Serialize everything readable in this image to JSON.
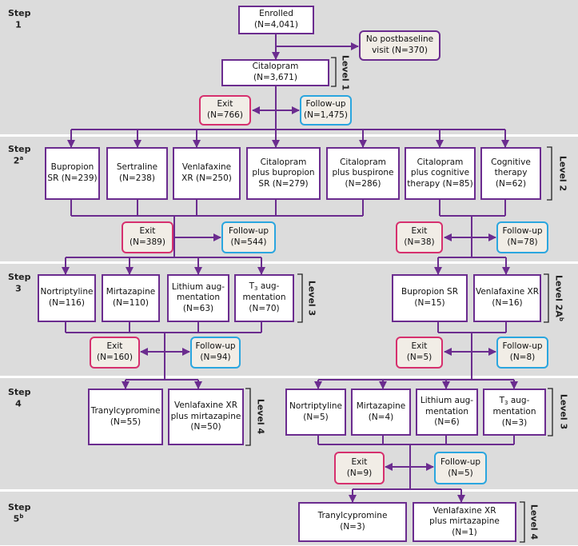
{
  "colors": {
    "treatment_border": "#6b2c8f",
    "exit_border": "#d6306e",
    "followup_border": "#2ba6df",
    "note_fill": "#f1ede6",
    "line": "#6b2c8f",
    "band": "#dcdcdc"
  },
  "steps": [
    {
      "label": "Step",
      "num": "1",
      "sup": ""
    },
    {
      "label": "Step",
      "num": "2",
      "sup": "a"
    },
    {
      "label": "Step",
      "num": "3",
      "sup": ""
    },
    {
      "label": "Step",
      "num": "4",
      "sup": ""
    },
    {
      "label": "Step",
      "num": "5",
      "sup": "b"
    }
  ],
  "levels": [
    {
      "text": "Level 1",
      "sup": ""
    },
    {
      "text": "Level 2",
      "sup": ""
    },
    {
      "text": "Level 3",
      "sup": ""
    },
    {
      "text": "Level 2A",
      "sup": "b"
    },
    {
      "text": "Level 4",
      "sup": ""
    },
    {
      "text": "Level 3",
      "sup": ""
    },
    {
      "text": "Level 4",
      "sup": ""
    }
  ],
  "boxes": {
    "enrolled": {
      "l1": "Enrolled",
      "l2": "(N=4,041)"
    },
    "no_postbaseline": {
      "l1": "No postbaseline",
      "l2": "visit (N=370)"
    },
    "citalopram": {
      "l1": "Citalopram",
      "l2": "(N=3,671)"
    },
    "exit1": {
      "l1": "Exit",
      "l2": "(N=766)"
    },
    "follow1": {
      "l1": "Follow-up",
      "l2": "(N=1,475)"
    },
    "bupropion_sr": {
      "l1": "Bupropion",
      "l2": "SR (N=239)"
    },
    "sertraline": {
      "l1": "Sertraline",
      "l2": "(N=238)"
    },
    "venlafaxine_xr2": {
      "l1": "Venlafaxine",
      "l2": "XR (N=250)"
    },
    "cit_bupropion": {
      "l1": "Citalopram",
      "l2": "plus bupropion",
      "l3": "SR (N=279)"
    },
    "cit_buspirone": {
      "l1": "Citalopram",
      "l2": "plus buspirone",
      "l3": "(N=286)"
    },
    "cit_cognitive": {
      "l1": "Citalopram",
      "l2": "plus cognitive",
      "l3": "therapy (N=85)"
    },
    "cognitive": {
      "l1": "Cognitive",
      "l2": "therapy",
      "l3": "(N=62)"
    },
    "exit2a": {
      "l1": "Exit",
      "l2": "(N=389)"
    },
    "follow2a": {
      "l1": "Follow-up",
      "l2": "(N=544)"
    },
    "exit2b": {
      "l1": "Exit",
      "l2": "(N=38)"
    },
    "follow2b": {
      "l1": "Follow-up",
      "l2": "(N=78)"
    },
    "nortriptyline3": {
      "l1": "Nortriptyline",
      "l2": "(N=116)"
    },
    "mirtazapine3": {
      "l1": "Mirtazapine",
      "l2": "(N=110)"
    },
    "lithium3": {
      "l1": "Lithium aug-",
      "l2": "mentation",
      "l3": "(N=63)"
    },
    "t3_3": {
      "l1": "T",
      "l1sub": "3",
      "l1b": " aug-",
      "l2": "mentation",
      "l3": "(N=70)"
    },
    "bupropion_2a": {
      "l1": "Bupropion SR",
      "l2": "(N=15)"
    },
    "venlafaxine_2a": {
      "l1": "Venlafaxine XR",
      "l2": "(N=16)"
    },
    "exit3a": {
      "l1": "Exit",
      "l2": "(N=160)"
    },
    "follow3a": {
      "l1": "Follow-up",
      "l2": "(N=94)"
    },
    "exit3b": {
      "l1": "Exit",
      "l2": "(N=5)"
    },
    "follow3b": {
      "l1": "Follow-up",
      "l2": "(N=8)"
    },
    "tranyl4": {
      "l1": "Tranylcypromine",
      "l2": "(N=55)"
    },
    "venmirt4": {
      "l1": "Venlafaxine XR",
      "l2": "plus mirtazapine",
      "l3": "(N=50)"
    },
    "nortriptyline4": {
      "l1": "Nortriptyline",
      "l2": "(N=5)"
    },
    "mirtazapine4": {
      "l1": "Mirtazapine",
      "l2": "(N=4)"
    },
    "lithium4": {
      "l1": "Lithium aug-",
      "l2": "mentation",
      "l3": "(N=6)"
    },
    "t3_4": {
      "l1": "T",
      "l1sub": "3",
      "l1b": " aug-",
      "l2": "mentation",
      "l3": "(N=3)"
    },
    "exit4": {
      "l1": "Exit",
      "l2": "(N=9)"
    },
    "follow4": {
      "l1": "Follow-up",
      "l2": "(N=5)"
    },
    "tranyl5": {
      "l1": "Tranylcypromine",
      "l2": "(N=3)"
    },
    "venmirt5": {
      "l1": "Venlafaxine XR",
      "l2": "plus mirtazapine",
      "l3": "(N=1)"
    }
  }
}
